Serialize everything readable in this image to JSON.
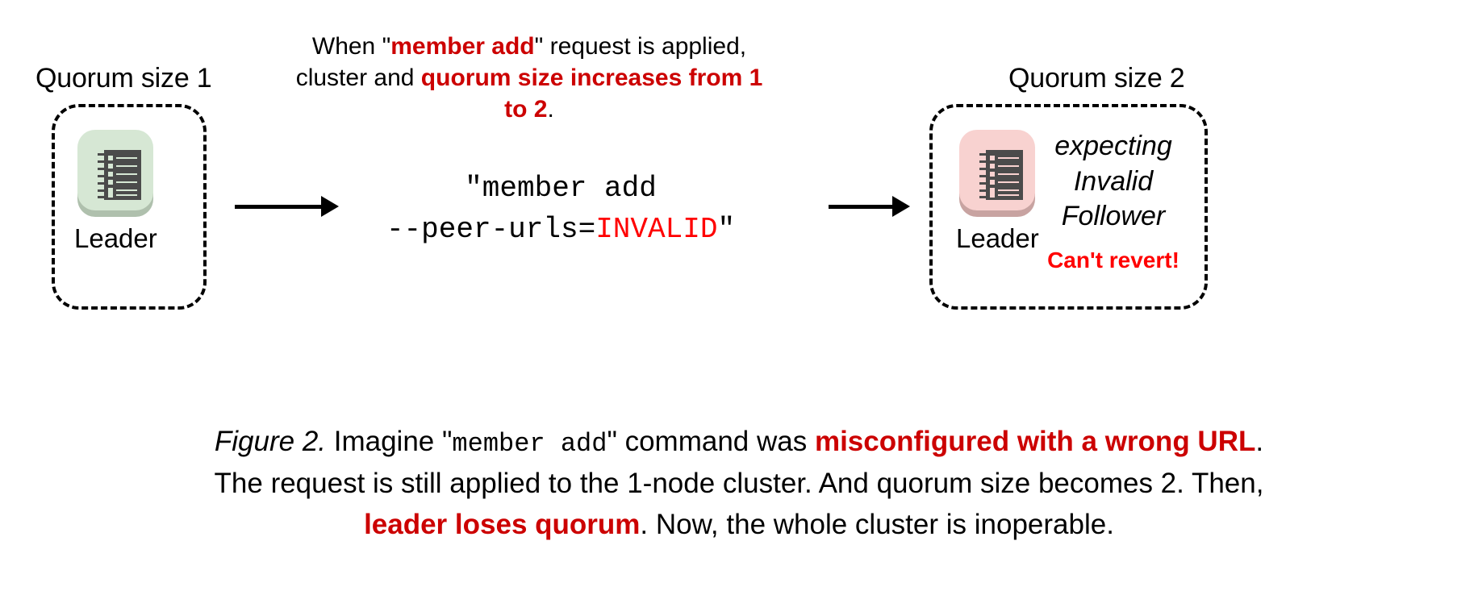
{
  "figure": {
    "left_cluster": {
      "heading": "Quorum size 1",
      "node_label": "Leader",
      "icon_name": "server-node-icon",
      "icon_color": "#D6E7D4",
      "icon_shadow_color": "#AFC0AD",
      "rack_color": "#4B4B4B"
    },
    "right_cluster": {
      "heading": "Quorum size 2",
      "node_label": "Leader",
      "icon_name": "server-node-icon",
      "icon_color": "#F8D2D0",
      "icon_shadow_color": "#C8A3A1",
      "rack_color": "#4B4B4B",
      "status_lines": [
        "expecting",
        "Invalid",
        "Follower"
      ],
      "warning": "Can't revert!"
    },
    "annotation": {
      "part1": "When \"",
      "emphasis1": "member add",
      "part2": "\" request is applied, cluster and ",
      "emphasis2": "quorum size increases from 1 to 2",
      "part3": "."
    },
    "command": {
      "line1": "\"member add",
      "line2_prefix": "--peer-urls=",
      "line2_invalid": "INVALID",
      "line2_suffix": "\""
    },
    "arrows": {
      "left_arrow_name": "arrow-left-to-command",
      "right_arrow_name": "arrow-command-to-right"
    },
    "caption": {
      "line1": {
        "figure_label": "Figure 2.",
        "text1": " Imagine \"",
        "mono": "member add",
        "text2": "\" command was ",
        "emphasis": "misconfigured with a wrong URL",
        "text3": "."
      },
      "line2": "The request is still applied to the 1-node cluster. And quorum size becomes 2. Then,",
      "line3": {
        "emphasis": "leader loses quorum",
        "text": ". Now, the whole cluster is inoperable."
      }
    },
    "colors": {
      "emphasis_red": "#CC0000",
      "alert_red": "#FF0000",
      "text_black": "#000000",
      "background": "#FFFFFF"
    }
  }
}
